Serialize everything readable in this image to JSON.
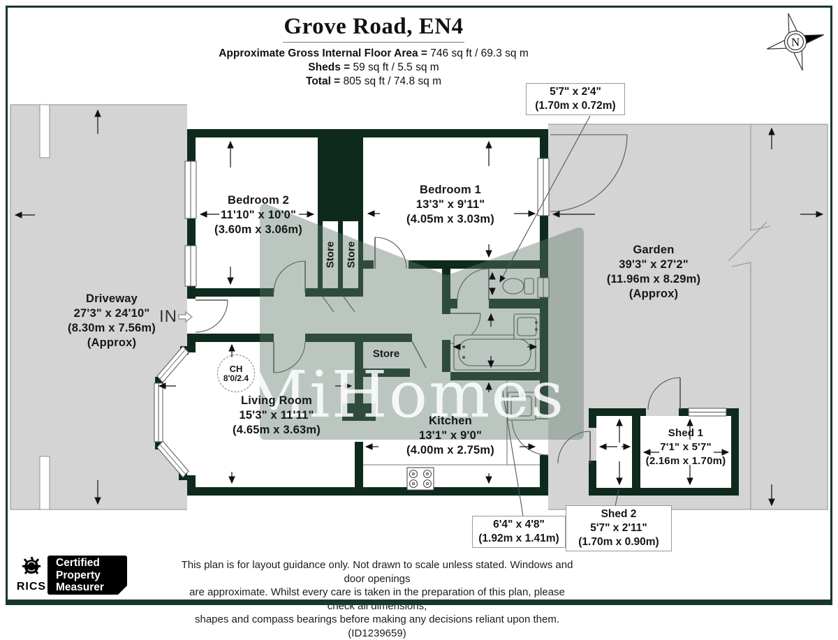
{
  "header": {
    "title": "Grove Road, EN4",
    "stats": [
      {
        "label": "Approximate Gross Internal Floor Area =",
        "value": "746 sq ft / 69.3 sq m"
      },
      {
        "label": "Sheds =",
        "value": "59 sq ft / 5.5 sq m"
      },
      {
        "label": "Total =",
        "value": "805 sq ft / 74.8 sq m"
      }
    ]
  },
  "compass": {
    "letter": "N"
  },
  "watermark": "MiHomes",
  "rooms": [
    {
      "name": "Bedroom 2",
      "dims": "11'10\" x 10'0\"",
      "metric": "(3.60m x 3.06m)"
    },
    {
      "name": "Bedroom 1",
      "dims": "13'3\" x 9'11\"",
      "metric": "(4.05m x 3.03m)"
    },
    {
      "name": "Driveway",
      "dims": "27'3\" x 24'10\"",
      "metric": "(8.30m x 7.56m)",
      "approx": "(Approx)"
    },
    {
      "name": "Garden",
      "dims": "39'3\" x 27'2\"",
      "metric": "(11.96m x 8.29m)",
      "approx": "(Approx)"
    },
    {
      "name": "Living Room",
      "dims": "15'3\" x 11'11\"",
      "metric": "(4.65m x 3.63m)"
    },
    {
      "name": "Kitchen",
      "dims": "13'1\" x 9'0\"",
      "metric": "(4.00m x 2.75m)"
    },
    {
      "name": "Shed 1",
      "dims": "7'1\" x 5'7\"",
      "metric": "(2.16m x 1.70m)"
    }
  ],
  "labels": {
    "store": "Store",
    "in": "IN",
    "ch_top": "CH",
    "ch_bottom": "8'0/2.4"
  },
  "callouts": [
    {
      "line1": "5'7\" x 2'4\"",
      "line2": "(1.70m x 0.72m)"
    },
    {
      "line1": "6'4\" x 4'8\"",
      "line2": "(1.92m x 1.41m)"
    },
    {
      "title": "Shed 2",
      "line1": "5'7\" x 2'11\"",
      "line2": "(1.70m x 0.90m)"
    }
  ],
  "footer": {
    "rics": "RICS",
    "badge": [
      "Certified",
      "Property",
      "Measurer"
    ],
    "disclaimer": [
      "This plan is for layout guidance only. Not drawn to scale unless stated. Windows and door openings",
      "are approximate. Whilst every care is taken in the preparation of this plan, please check all dimensions,",
      "shapes and compass bearings before making any decisions reliant upon them. (ID1239659)"
    ]
  }
}
